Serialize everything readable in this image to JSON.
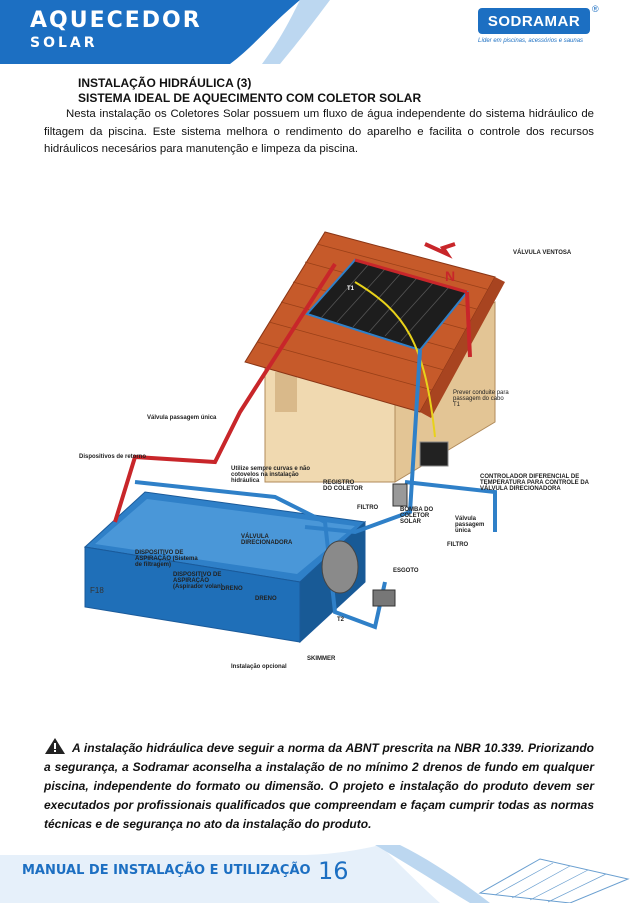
{
  "header": {
    "brand_line1": "AQUECEDOR",
    "brand_line2": "SOLAR",
    "logo_text": "SODRAMAR",
    "logo_reg": "®",
    "logo_tagline": "Líder em piscinas, acessórios e saunas"
  },
  "section": {
    "title1": "INSTALAÇÃO HIDRÁULICA (3)",
    "title2": "SISTEMA IDEAL DE AQUECIMENTO COM COLETOR SOLAR",
    "paragraph": "Nesta instalação os Coletores Solar possuem um fluxo de água independente do sistema hidráulico de filtagem da piscina. Este sistema melhora o rendimento do aparelho e facilita o controle dos recursos hidráulicos necesários para manutenção e limpeza da piscina."
  },
  "figure": {
    "id": "F18",
    "labels": {
      "north": "N",
      "t1": "T1",
      "t2": "T2",
      "valvula_ventosa": "VÁLVULA VENTOSA",
      "prever_conduite": "Prever conduite para passagem do cabo T1",
      "valvula_passagem_unica_top": "Válvula passagem única",
      "dispositivos_retorno": "Dispositivos de retorno",
      "curvas": "Utilize sempre curvas e não cotovelos na instalação hidráulica",
      "registro_coletor": "REGISTRO DO COLETOR",
      "controlador": "CONTROLADOR DIFERENCIAL DE TEMPERATURA PARA CONTROLE DA VÁLVULA DIRECIONADORA",
      "bomba_coletor": "BOMBA DO COLETOR SOLAR",
      "valvula_passagem_unica_right": "Válvula passagem única",
      "filtro_top": "FILTRO",
      "filtro_right": "FILTRO",
      "valvula_direcionadora": "VÁLVULA DIRECIONADORA",
      "dispositivo_aspiracao1": "DISPOSITIVO DE ASPIRAÇÃO (Sistema de filtragem)",
      "dispositivo_aspiracao2": "DISPOSITIVO DE ASPIRAÇÃO (Aspirador volan)",
      "dreno1": "DRENO",
      "dreno2": "DRENO",
      "esgoto": "ESGOTO",
      "skimmer": "SKIMMER",
      "instalacao_opcional": "Instalação opcional"
    }
  },
  "warning": {
    "text": "A instalação hidráulica deve seguir a norma da ABNT prescrita na NBR 10.339. Priorizando a segurança, a Sodramar aconselha a instalação de no mínimo 2 drenos de fundo em qualquer piscina, independente do formato ou dimensão. O projeto e instalação do produto devem ser executados por profissionais qualificados que compreendam e façam cumprir todas as normas técnicas e de segurança no ato da instalação do produto."
  },
  "footer": {
    "manual": "MANUAL DE INSTALAÇÃO E UTILIZAÇÃO",
    "page": "16"
  },
  "colors": {
    "blue": "#1c6fc2",
    "hot_pipe": "#c8262a",
    "cold_pipe": "#2f80c8",
    "roof": "#c65a2a",
    "wall": "#f0d9b0"
  }
}
